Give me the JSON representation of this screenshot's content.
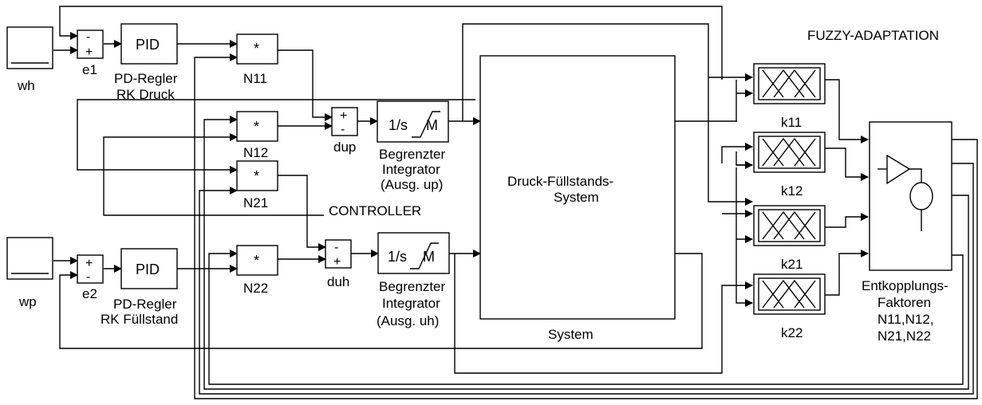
{
  "section_titles": {
    "fuzzy": "FUZZY-ADAPTATION",
    "controller": "CONTROLLER"
  },
  "sources": {
    "wh": "wh",
    "wp": "wp"
  },
  "sums": {
    "e1": {
      "label": "e1",
      "top_sign": "-",
      "bottom_sign": "+"
    },
    "e2": {
      "label": "e2",
      "top_sign": "+",
      "bottom_sign": "-"
    },
    "dup": {
      "label": "dup",
      "top_sign": "+",
      "bottom_sign": "-"
    },
    "duh": {
      "label": "duh",
      "top_sign": "-",
      "bottom_sign": "+"
    }
  },
  "pid": {
    "top": {
      "text": "PID",
      "label_line1": "PD-Regler",
      "label_line2": "RK Druck"
    },
    "bottom": {
      "text": "PID",
      "label_line1": "PD-Regler",
      "label_line2": "RK Füllstand"
    }
  },
  "products": {
    "n11": {
      "symbol": "*",
      "label": "N11"
    },
    "n12": {
      "symbol": "*",
      "label": "N12"
    },
    "n21": {
      "symbol": "*",
      "label": "N21"
    },
    "n22": {
      "symbol": "*",
      "label": "N22"
    }
  },
  "integrators": {
    "top": {
      "text": "1/s",
      "limit": "M",
      "line1": "Begrenzter",
      "line2": "Integrator",
      "line3": "(Ausg. up)"
    },
    "bottom": {
      "text": "1/s",
      "limit": "M",
      "line1": "Begrenzter",
      "line2": "Integrator",
      "line3": "(Ausg. uh)"
    }
  },
  "system": {
    "line1": "Druck-Füllstands-",
    "line2": "System",
    "label": "System"
  },
  "fuzzy_blocks": {
    "k11": "k11",
    "k12": "k12",
    "k21": "k21",
    "k22": "k22"
  },
  "decoupling": {
    "line1": "Entkopplungs-",
    "line2": "Faktoren",
    "line3": "N11,N12,",
    "line4": "N21,N22"
  }
}
